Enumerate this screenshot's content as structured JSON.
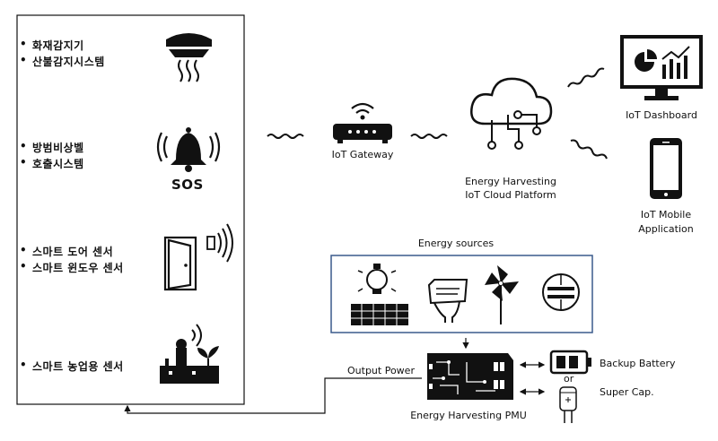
{
  "sensors": {
    "fire": {
      "items": [
        "화재감지기",
        "산불감지시스템"
      ],
      "icon": "smoke-detector-icon"
    },
    "alarm": {
      "items": [
        "방범비상벨",
        "호출시스템"
      ],
      "icon": "alarm-bell-icon",
      "badge": "SOS"
    },
    "door": {
      "items": [
        "스마트 도어 센서",
        "스마트 윈도우 센서"
      ],
      "icon": "smart-door-icon"
    },
    "farm": {
      "items": [
        "스마트 농업용 센서"
      ],
      "icon": "smart-farm-icon"
    }
  },
  "gateway": {
    "label": "IoT Gateway",
    "icon": "router-icon"
  },
  "cloud": {
    "label_line1": "Energy Harvesting",
    "label_line2": "IoT Cloud Platform",
    "icon": "cloud-icon"
  },
  "dashboard": {
    "label": "IoT Dashboard",
    "icon": "monitor-dashboard-icon"
  },
  "mobile": {
    "label_line1": "IoT Mobile",
    "label_line2": "Application",
    "icon": "smartphone-icon"
  },
  "energy_sources": {
    "title": "Energy sources",
    "icons": [
      "lightbulb-icon",
      "solar-panel-icon",
      "thermoelectric-icon",
      "pinwheel-icon",
      "piezo-icon"
    ]
  },
  "pmu": {
    "label": "Energy Harvesting PMU",
    "icon": "pmu-board-icon"
  },
  "output_power": {
    "label": "Output Power"
  },
  "storage": {
    "battery_label": "Backup Battery",
    "or_label": "or",
    "supercap_label": "Super Cap.",
    "battery_icon": "battery-icon",
    "supercap_icon": "supercapacitor-icon"
  }
}
